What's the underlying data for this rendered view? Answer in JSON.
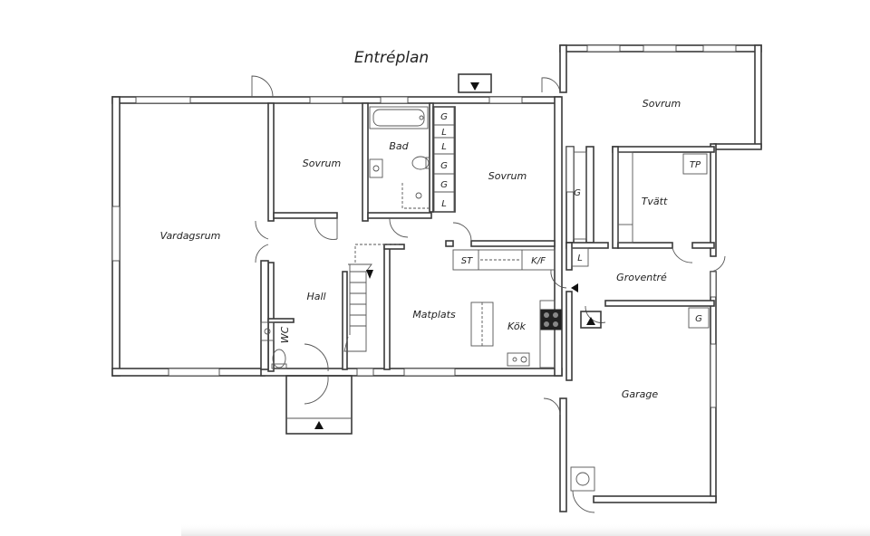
{
  "title": "Entréplan",
  "rooms": {
    "vardagsrum": "Vardagsrum",
    "sovrum_small": "Sovrum",
    "bad": "Bad",
    "sovrum_middle": "Sovrum",
    "sovrum_right": "Sovrum",
    "tvatt": "Tvätt",
    "hall": "Hall",
    "wc": "WC",
    "matplats": "Matplats",
    "kok": "Kök",
    "groventre": "Groventré",
    "garage": "Garage"
  },
  "cabinets": {
    "wardrobe_column": [
      "G",
      "L",
      "L",
      "G",
      "G",
      "L"
    ],
    "st": "ST",
    "kf": "K/F",
    "tp": "TP",
    "g_corridor": "G",
    "l_groventre": "L",
    "g_garage": "G"
  }
}
